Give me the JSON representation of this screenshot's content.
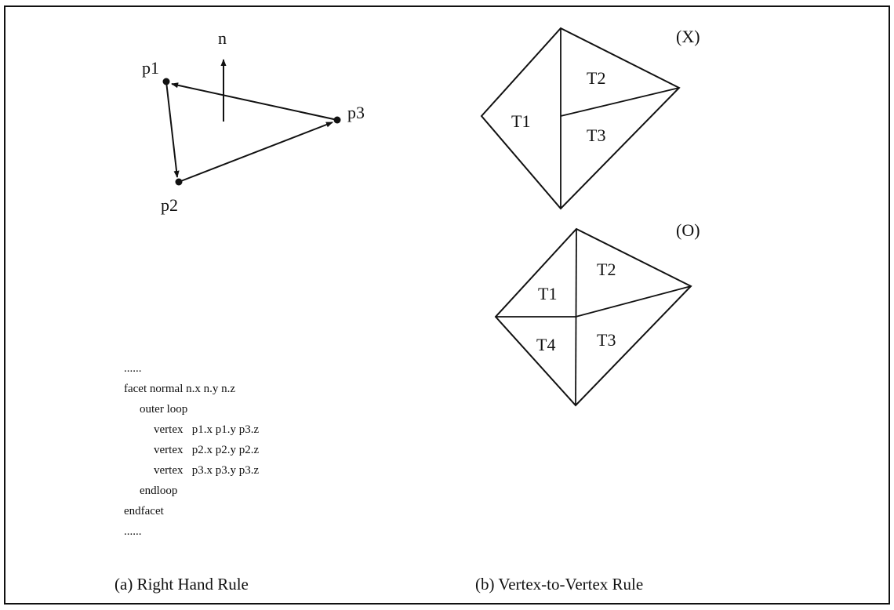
{
  "panel_a": {
    "normal_label": "n",
    "points": {
      "p1": "p1",
      "p2": "p2",
      "p3": "p3"
    },
    "code_lines": [
      "......",
      "facet normal n.x n.y n.z",
      "outer loop",
      "vertex   p1.x p1.y p3.z",
      "vertex   p2.x p2.y p2.z",
      "vertex   p3.x p3.y p3.z",
      "endloop",
      "endfacet",
      "......"
    ],
    "caption": "(a) Right Hand Rule"
  },
  "panel_b": {
    "top": {
      "tag": "(X)",
      "triangles": [
        "T1",
        "T2",
        "T3"
      ]
    },
    "bottom": {
      "tag": "(O)",
      "triangles": [
        "T1",
        "T2",
        "T3",
        "T4"
      ]
    },
    "caption": "(b) Vertex-to-Vertex Rule"
  },
  "colors": {
    "ink": "#111111",
    "background": "#ffffff"
  }
}
